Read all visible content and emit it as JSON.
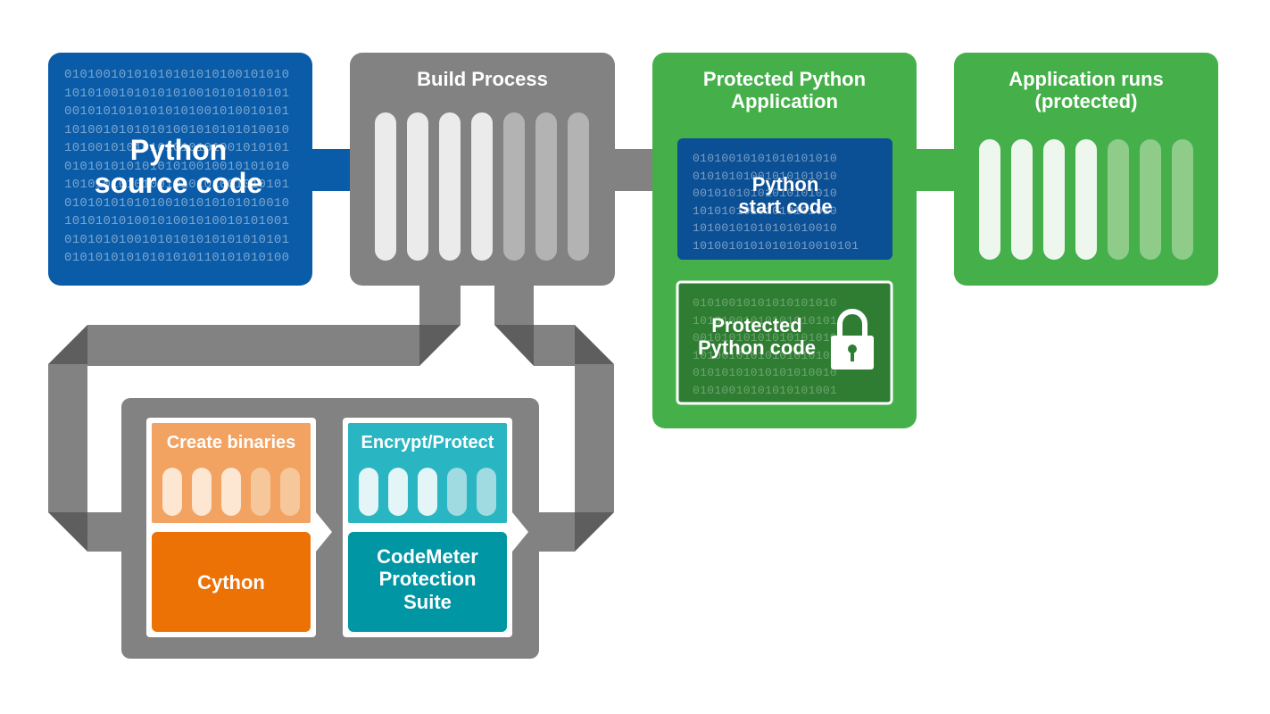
{
  "source": {
    "title_line1": "Python",
    "title_line2": "source code",
    "binary_lines": [
      "01010010101010101010100101010",
      "10101001010101010010101010101",
      "00101010101010101001010010101",
      "10100101010101001010101010010",
      "10100101010101010101001010101",
      "01010101010101010010010101010",
      "10101010101001010101001010101",
      "01010101010100101010101010010",
      "10101010100101001010010101001",
      "01010101001010101010101010101",
      "01010101010101010110101010100"
    ]
  },
  "build": {
    "title": "Build Process"
  },
  "protected_app": {
    "title_line1": "Protected Python",
    "title_line2": "Application",
    "start_code_line1": "Python",
    "start_code_line2": "start code",
    "start_binary_lines": [
      "01010010101010101010",
      "01010101001010101010",
      "00101010101010101010",
      "10101010101010101010",
      "10100101010101010010",
      "10100101010101010010101"
    ],
    "protected_code_line1": "Protected",
    "protected_code_line2": "Python code",
    "protected_binary_lines": [
      "01010010101010101010",
      "10101001010101010101",
      "00101010101010101010",
      "10100101010101010101",
      "01010101010101010010",
      "01010010101010101001"
    ]
  },
  "runs": {
    "title_line1": "Application runs",
    "title_line2": "(protected)"
  },
  "binaries": {
    "title": "Create binaries",
    "tool": "Cython"
  },
  "encrypt": {
    "title": "Encrypt/Protect",
    "tool_line1": "CodeMeter",
    "tool_line2": "Protection",
    "tool_line3": "Suite"
  },
  "colors": {
    "blue": "#0a5ba8",
    "blue_dark": "#0b4f94",
    "gray": "#828282",
    "gray_dark": "#5e5e5e",
    "green": "#45b04a",
    "green_dark": "#2e7d32",
    "orange_light": "#f2a261",
    "orange": "#ec7205",
    "teal_light": "#2ab5c2",
    "teal": "#0096a3"
  },
  "icons": {
    "lock": "padlock-icon"
  }
}
